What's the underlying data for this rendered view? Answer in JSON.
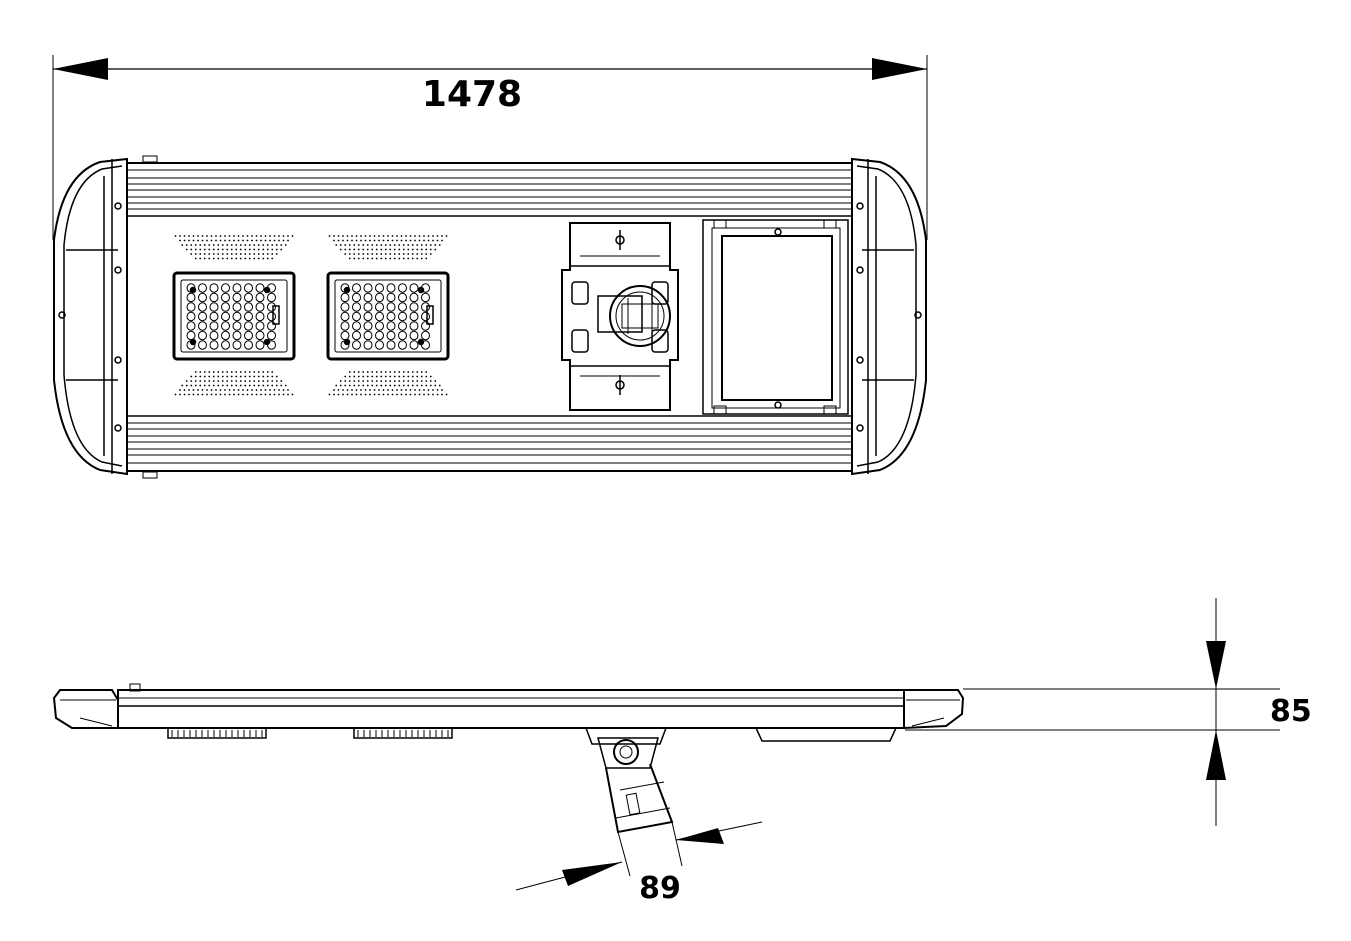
{
  "dimensions": {
    "length": "1478",
    "height": "85",
    "bracket": "89"
  },
  "colors": {
    "line": "#000000",
    "background": "#ffffff"
  }
}
